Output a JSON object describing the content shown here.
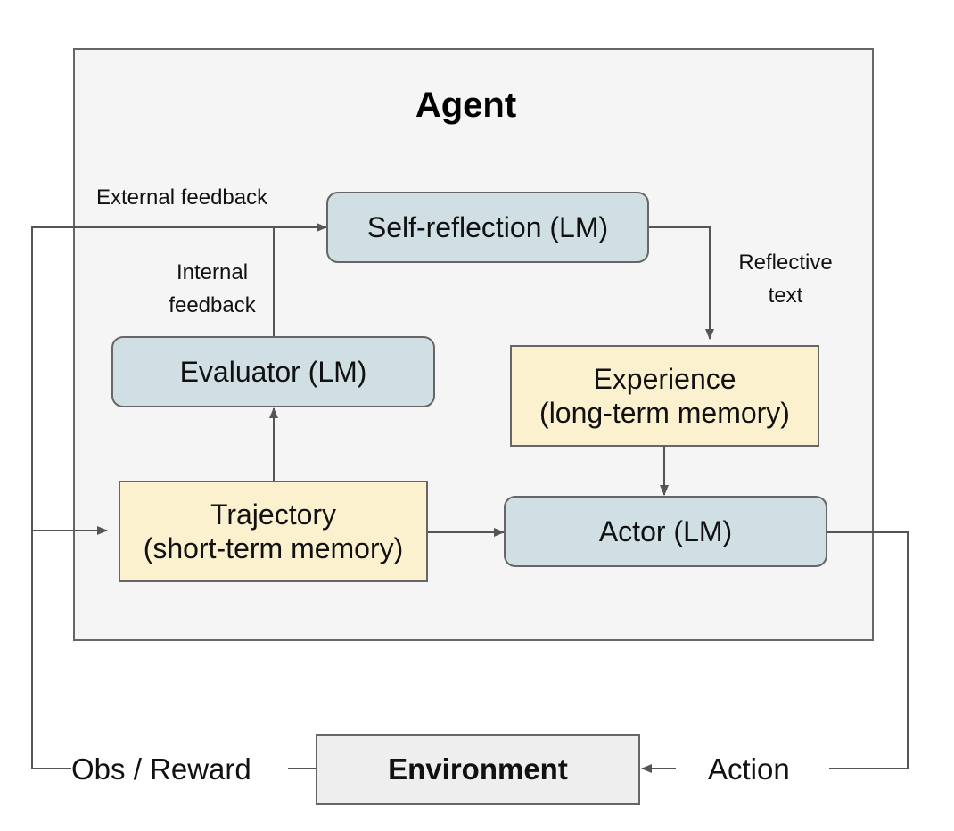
{
  "diagram": {
    "title": "Agent",
    "nodes": {
      "self_reflection": "Self-reflection (LM)",
      "evaluator": "Evaluator (LM)",
      "experience": {
        "line1": "Experience",
        "line2": "(long-term memory)"
      },
      "trajectory": {
        "line1": "Trajectory",
        "line2": "(short-term memory)"
      },
      "actor": "Actor (LM)",
      "environment": "Environment"
    },
    "labels": {
      "external_feedback": "External feedback",
      "internal_feedback": {
        "line1": "Internal",
        "line2": "feedback"
      },
      "reflective_text": {
        "line1": "Reflective",
        "line2": "text"
      },
      "obs_reward": "Obs / Reward",
      "action": "Action"
    },
    "colors": {
      "lm_fill": "#d0dfe3",
      "memory_fill": "#fcf1cf",
      "environment_fill": "#eeeeee",
      "panel_fill": "#f5f5f5",
      "line": "#555555"
    }
  }
}
